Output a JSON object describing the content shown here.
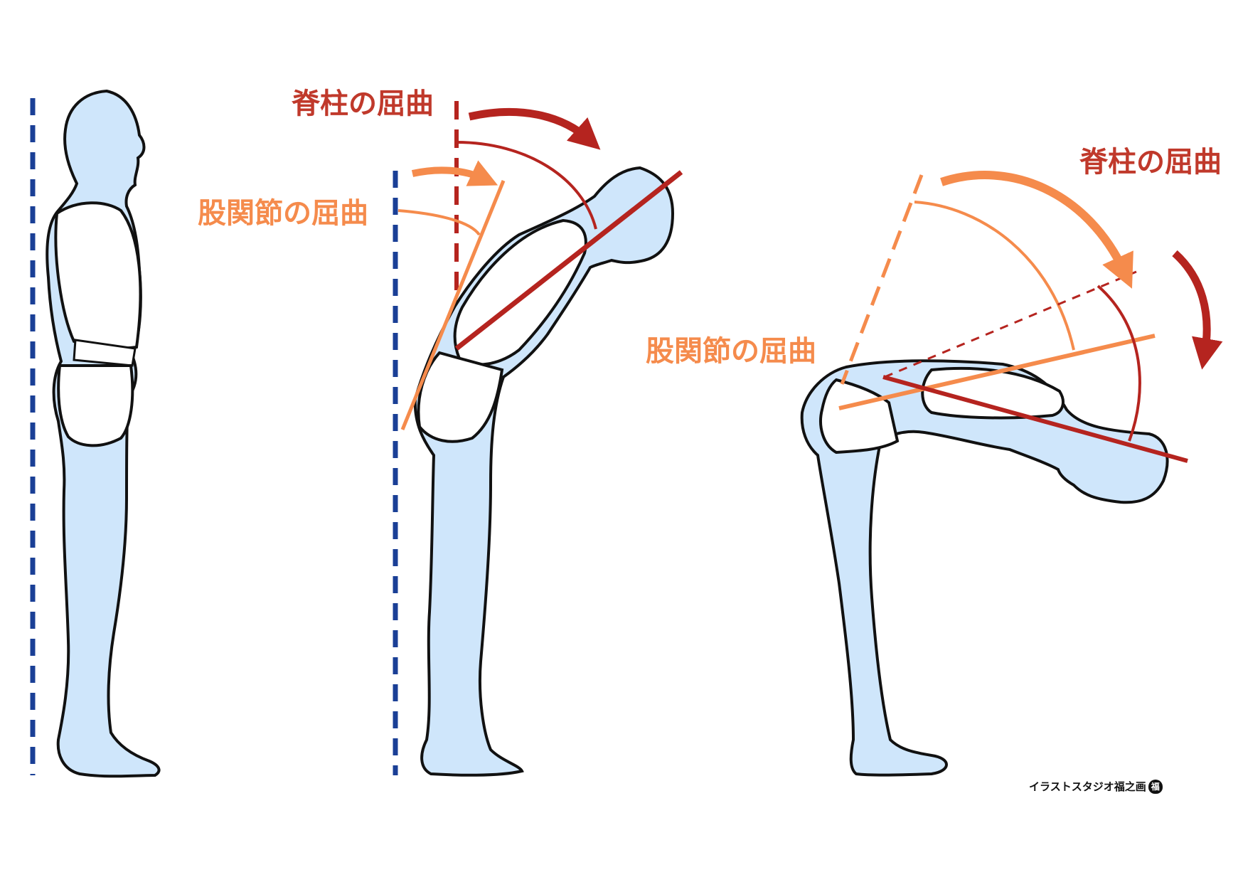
{
  "labels": {
    "spine_flexion_middle": "脊柱の屈曲",
    "hip_flexion_middle": "股関節の屈曲",
    "spine_flexion_right": "脊柱の屈曲",
    "hip_flexion_right": "股関節の屈曲"
  },
  "credit": {
    "text": "イラストスタジオ福之画",
    "logo_char": "福"
  },
  "colors": {
    "body_fill": "#cfe6fb",
    "outline": "#111111",
    "reference_line": "#1a3f96",
    "spine": "#b5241f",
    "hip": "#f58b4c"
  }
}
